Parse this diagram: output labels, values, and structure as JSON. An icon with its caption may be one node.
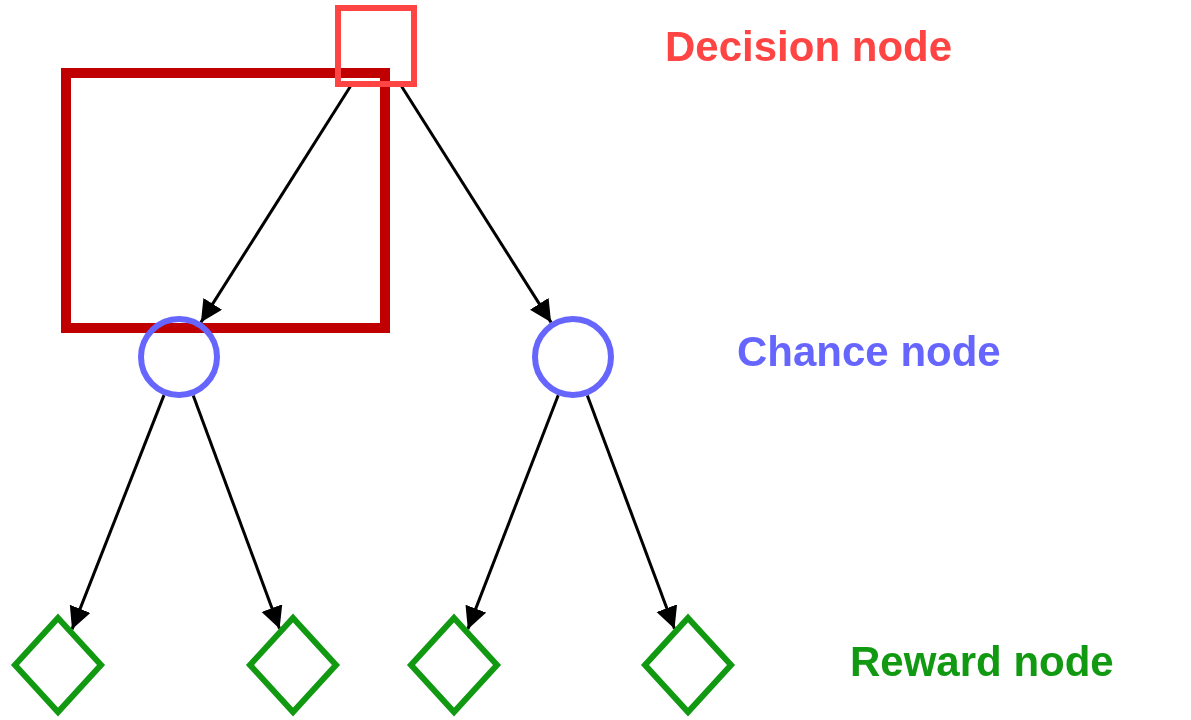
{
  "diagram": {
    "nodes": [
      {
        "text": [],
        "shape": "box"
      },
      {
        "text": [],
        "shape": "circle"
      },
      {
        "text": [],
        "shape": "circle"
      },
      {
        "text": [],
        "shape": "diamond"
      },
      {
        "text": [],
        "shape": "diamond"
      },
      {
        "text": [],
        "shape": "diamond"
      },
      {
        "text": [],
        "shape": "diamond"
      }
    ],
    "edges": [
      {
        "from": 0,
        "to": 1,
        "arrow": "to"
      },
      {
        "from": 0,
        "to": 2,
        "arrow": "to"
      },
      {
        "from": 1,
        "to": 3,
        "arrow": "to"
      },
      {
        "from": 1,
        "to": 4,
        "arrow": "to"
      },
      {
        "from": 2,
        "to": 5,
        "arrow": "to"
      },
      {
        "from": 2,
        "to": 6,
        "arrow": "to"
      }
    ],
    "labels": [
      "Decision node",
      "Chance node",
      "Reward node"
    ]
  }
}
